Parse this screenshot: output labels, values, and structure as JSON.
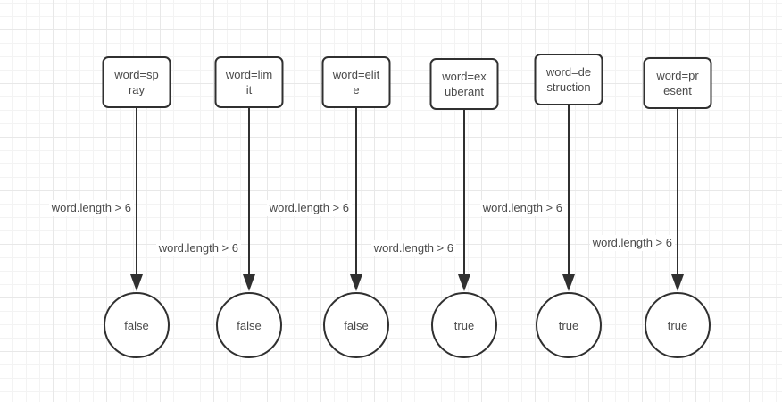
{
  "canvas": {
    "background": "#ffffff",
    "grid_minor_color": "#f3f3f3",
    "grid_major_color": "#e8e8e8",
    "stroke_color": "#303030",
    "text_color": "#4a4a4a"
  },
  "columns": [
    {
      "word_lines": [
        "word=sp",
        "ray"
      ],
      "condition": "word.length > 6",
      "result": "false"
    },
    {
      "word_lines": [
        "word=lim",
        "it"
      ],
      "condition": "word.length > 6",
      "result": "false"
    },
    {
      "word_lines": [
        "word=elit",
        "e"
      ],
      "condition": "word.length > 6",
      "result": "false"
    },
    {
      "word_lines": [
        "word=ex",
        "uberant"
      ],
      "condition": "word.length > 6",
      "result": "true"
    },
    {
      "word_lines": [
        "word=de",
        "struction"
      ],
      "condition": "word.length > 6",
      "result": "true"
    },
    {
      "word_lines": [
        "word=pr",
        "esent"
      ],
      "condition": "word.length > 6",
      "result": "true"
    }
  ]
}
